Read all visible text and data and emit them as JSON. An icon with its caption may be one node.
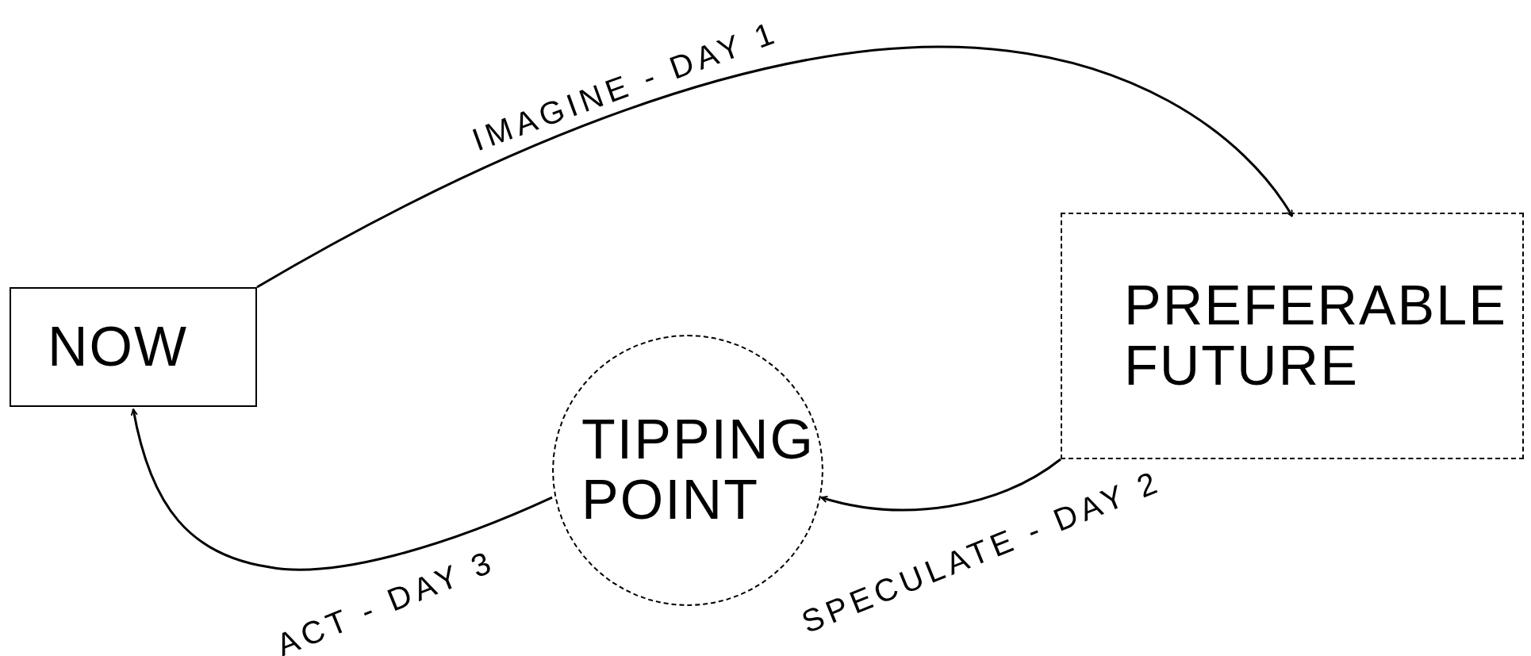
{
  "diagram": {
    "nodes": [
      {
        "text": [
          "NOW"
        ]
      },
      {
        "text": [
          "PREFERABLE FUTURE"
        ]
      },
      {
        "text": [
          "TIPPING POINT"
        ]
      }
    ],
    "edges": [
      {
        "from": 0,
        "to": 1,
        "arrow": "to",
        "label": "IMAGINE - DAY 1"
      },
      {
        "from": 1,
        "to": 2,
        "arrow": "to",
        "label": "SPECULATE - DAY 2"
      },
      {
        "from": 2,
        "to": 0,
        "arrow": "to",
        "label": "ACT - DAY 3"
      }
    ]
  }
}
